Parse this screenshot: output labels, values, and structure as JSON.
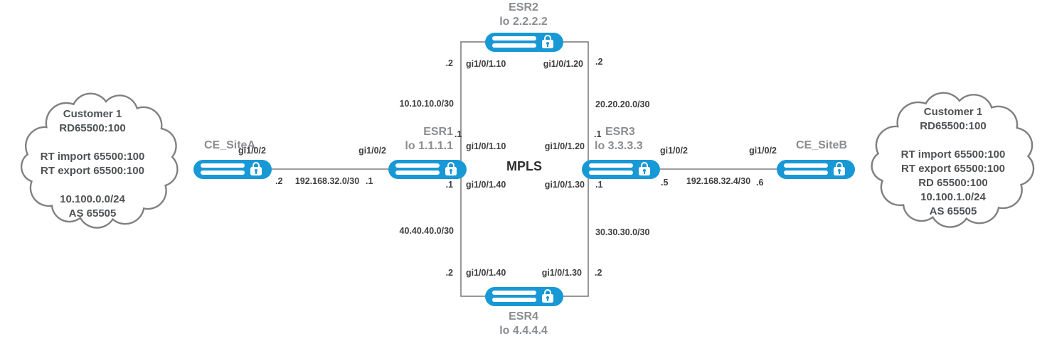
{
  "canvas": {
    "core_label": "MPLS"
  },
  "colors": {
    "router_blue": "#1899d6",
    "line_gray": "#7f7f7f",
    "heading_gray": "#8a8d90",
    "label_dark": "#3f3f3f"
  },
  "clouds": {
    "left": {
      "lines": [
        "Customer 1",
        "RD65500:100",
        "",
        "RT import 65500:100",
        "RT export 65500:100",
        "",
        "10.100.0.0/24",
        "AS 65505"
      ]
    },
    "right": {
      "lines": [
        "Customer 1",
        "RD65500:100",
        "",
        "RT import 65500:100",
        "RT export 65500:100",
        "RD 65500:100",
        "10.100.1.0/24",
        "AS 65505"
      ]
    }
  },
  "devices": {
    "ce_a": {
      "name": "CE_SiteA"
    },
    "esr1": {
      "name": "ESR1",
      "lo": "lo 1.1.1.1"
    },
    "esr2": {
      "name": "ESR2",
      "lo": "lo 2.2.2.2"
    },
    "esr3": {
      "name": "ESR3",
      "lo": "lo 3.3.3.3"
    },
    "esr4": {
      "name": "ESR4",
      "lo": "lo 4.4.4.4"
    },
    "ce_b": {
      "name": "CE_SiteB"
    }
  },
  "links": {
    "ce_a_to_esr1": {
      "if_ce": "gi1/0/2",
      "if_esr": "gi1/0/2",
      "host_ce": ".2",
      "subnet": "192.168.32.0/30",
      "host_esr": ".1"
    },
    "esr3_to_ce_b": {
      "if_esr": "gi1/0/2",
      "if_ce": "gi1/0/2",
      "host_esr": ".5",
      "subnet": "192.168.32.4/30",
      "host_ce": ".6"
    },
    "esr1_to_esr2": {
      "if_esr1": "gi1/0/1.10",
      "if_esr2": "gi1/0/1.10",
      "host_esr1": ".1",
      "host_esr2": ".2",
      "subnet": "10.10.10.0/30"
    },
    "esr2_to_esr3": {
      "if_esr2": "gi1/0/1.20",
      "if_esr3": "gi1/0/1.20",
      "host_esr2": ".2",
      "host_esr3": ".1",
      "subnet": "20.20.20.0/30"
    },
    "esr1_to_esr4": {
      "if_esr1": "gi1/0/1.40",
      "if_esr4": "gi1/0/1.40",
      "host_esr1": ".1",
      "host_esr4": ".2",
      "subnet": "40.40.40.0/30"
    },
    "esr4_to_esr3": {
      "if_esr4": "gi1/0/1.30",
      "if_esr3": "gi1/0/1.30",
      "host_esr4": ".2",
      "host_esr3": ".1",
      "subnet": "30.30.30.0/30"
    }
  }
}
